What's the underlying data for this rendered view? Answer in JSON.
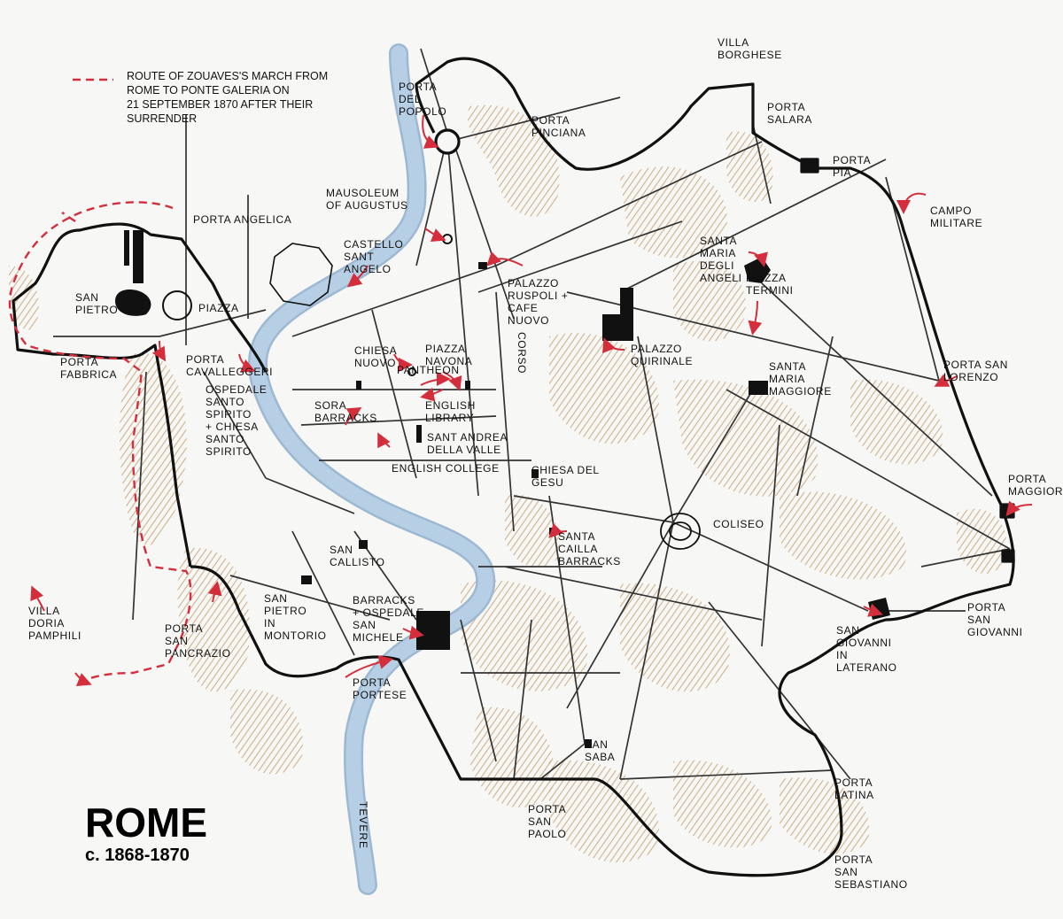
{
  "title": "ROME",
  "subtitle": "c. 1868-1870",
  "legend": {
    "lines": [
      "ROUTE OF ZOUAVES'S MARCH FROM",
      "ROME TO PONTE GALERIA ON",
      "21 SEPTEMBER 1870 AFTER THEIR",
      "SURRENDER"
    ],
    "route_color": "#d42e3c"
  },
  "river_name": "TEVERE",
  "colors": {
    "wall": "#111111",
    "street": "#333333",
    "river": "#a9c6df",
    "hills": "#c9a47a",
    "arrows": "#d42e3c"
  },
  "places": {
    "villa_borghese": [
      "VILLA",
      "BORGHESE"
    ],
    "porta_del_popolo": [
      "PORTA",
      "DEL",
      "POPOLO"
    ],
    "porta_pinciana": [
      "PORTA",
      "PINCIANA"
    ],
    "porta_salara": [
      "PORTA",
      "SALARA"
    ],
    "porta_pia": [
      "PORTA",
      "PIA"
    ],
    "campo_militare": [
      "CAMPO",
      "MILITARE"
    ],
    "mausoleum": [
      "MAUSOLEUM",
      "OF AUGUSTUS"
    ],
    "porta_angelica": [
      "PORTA ANGELICA"
    ],
    "castello": [
      "CASTELLO",
      "SANT",
      "ANGELO"
    ],
    "palazzo_ruspoli": [
      "PALAZZO",
      "RUSPOLI +",
      "CAFE",
      "NUOVO"
    ],
    "santa_maria_angeli": [
      "SANTA",
      "MARIA",
      "DEGLI",
      "ANGELI"
    ],
    "piazza_termini": [
      "PIAZZA",
      "TERMINI"
    ],
    "san_pietro": [
      "SAN",
      "PIETRO"
    ],
    "piazza": [
      "PIAZZA"
    ],
    "chiesa_nuovo": [
      "CHIESA",
      "NUOVO"
    ],
    "piazza_navona": [
      "PIAZZA",
      "NAVONA"
    ],
    "pantheon": [
      "PANTHEON"
    ],
    "corso": [
      "CORSO"
    ],
    "palazzo_quirinale": [
      "PALAZZO",
      "QUIRINALE"
    ],
    "porta_fabbrica": [
      "PORTA",
      "FABBRICA"
    ],
    "porta_cavalleggeri": [
      "PORTA",
      "CAVALLEGGERI"
    ],
    "ospedale_santo_spirito": [
      "OSPEDALE",
      "SANTO",
      "SPIRITO",
      "+ CHIESA",
      "SANTO",
      "SPIRITO"
    ],
    "sora_barracks": [
      "SORA",
      "BARRACKS"
    ],
    "english_library": [
      "ENGLISH",
      "LIBRARY"
    ],
    "sant_andrea": [
      "SANT ANDREA",
      "DELLA VALLE"
    ],
    "english_college": [
      "ENGLISH COLLEGE"
    ],
    "chiesa_del_gesu": [
      "CHIESA DEL",
      "GESU"
    ],
    "santa_maria_maggiore": [
      "SANTA",
      "MARIA",
      "MAGGIORE"
    ],
    "porta_san_lorenzo": [
      "PORTA SAN",
      "LORENZO"
    ],
    "porta_maggiore": [
      "PORTA",
      "MAGGIORE"
    ],
    "coliseo": [
      "COLISEO"
    ],
    "santa_cailla": [
      "SANTA",
      "CAILLA",
      "BARRACKS"
    ],
    "san_callisto": [
      "SAN",
      "CALLISTO"
    ],
    "san_pietro_montorio": [
      "SAN",
      "PIETRO",
      "IN",
      "MONTORIO"
    ],
    "barracks_san_michele": [
      "BARRACKS",
      "+ OSPEDALE",
      "SAN",
      "MICHELE"
    ],
    "villa_doria": [
      "VILLA",
      "DORIA",
      "PAMPHILI"
    ],
    "porta_san_pancrazio": [
      "PORTA",
      "SAN",
      "PANCRAZIO"
    ],
    "porta_portese": [
      "PORTA",
      "PORTESE"
    ],
    "porta_san_giovanni": [
      "PORTA",
      "SAN",
      "GIOVANNI"
    ],
    "san_giovanni_laterano": [
      "SAN",
      "GIOVANNI",
      "IN",
      "LATERANO"
    ],
    "san_saba": [
      "SAN",
      "SABA"
    ],
    "porta_latina": [
      "PORTA",
      "LATINA"
    ],
    "porta_san_paolo": [
      "PORTA",
      "SAN",
      "PAOLO"
    ],
    "porta_san_sebastiano": [
      "PORTA",
      "SAN",
      "SEBASTIANO"
    ]
  }
}
